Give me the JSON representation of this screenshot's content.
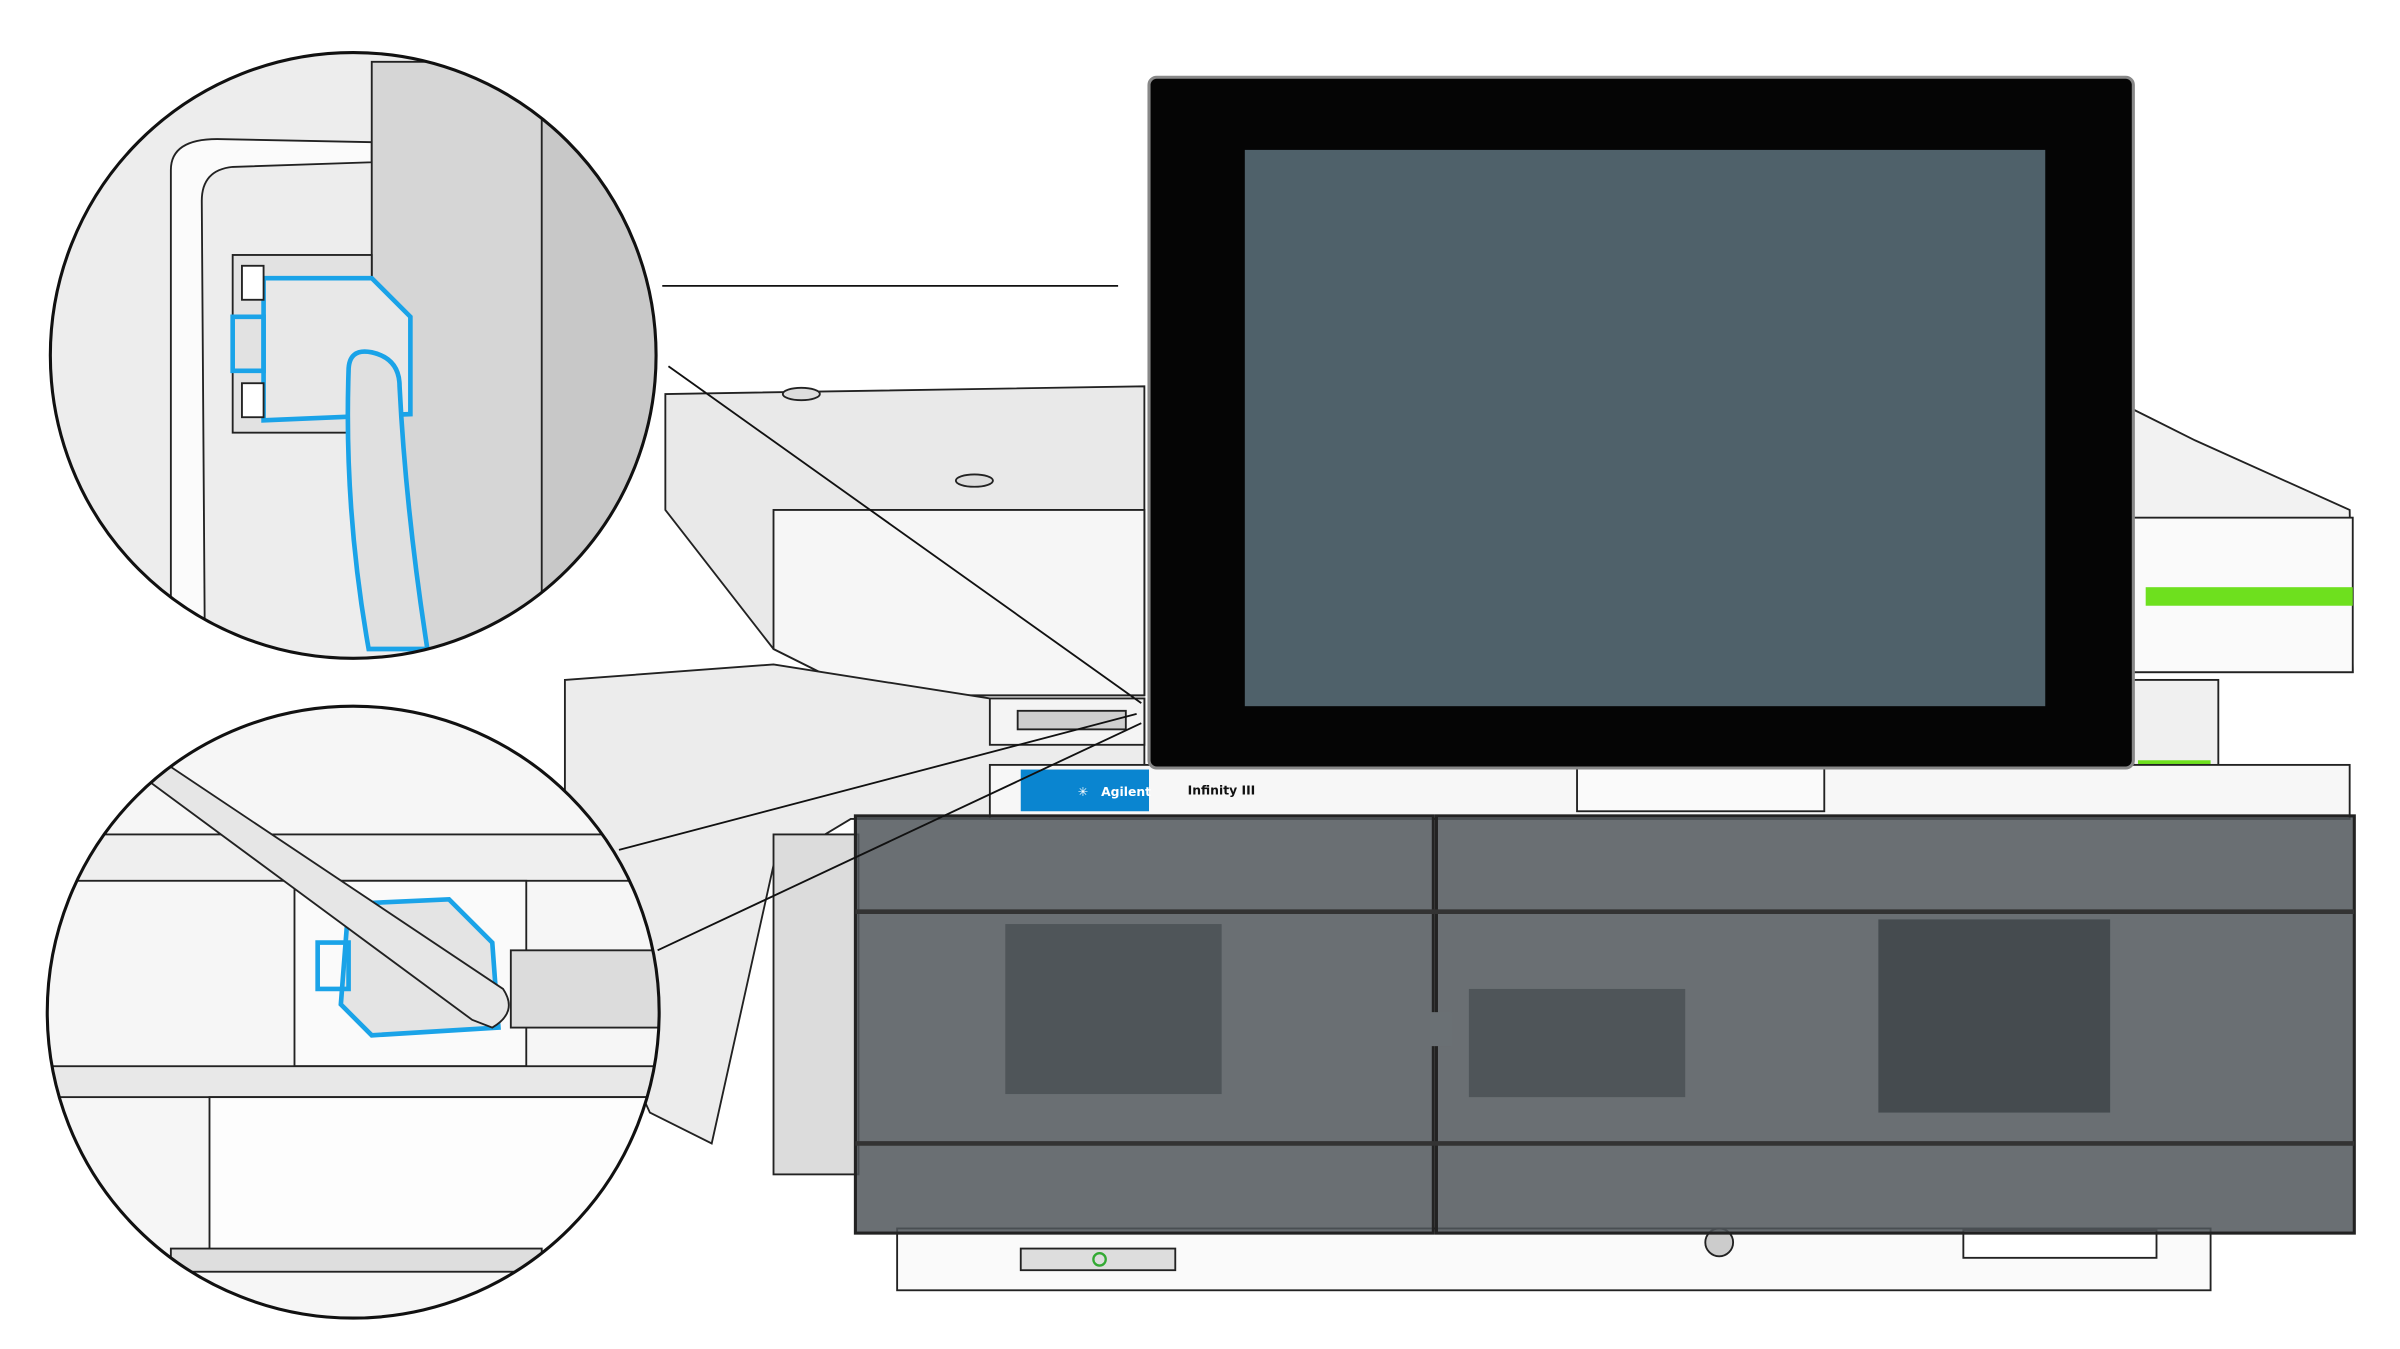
{
  "figure": {
    "brand_label": "Agilent",
    "model_label": "Infinity III",
    "callouts": [
      "tablet-cable-connection-detail",
      "module-port-cable-detail"
    ]
  },
  "colors": {
    "highlight": "#1aa3e8",
    "brand_blue": "#0a85d0",
    "screen": "#4f616a",
    "status_green": "#6ee01e",
    "door": "#50565a"
  }
}
